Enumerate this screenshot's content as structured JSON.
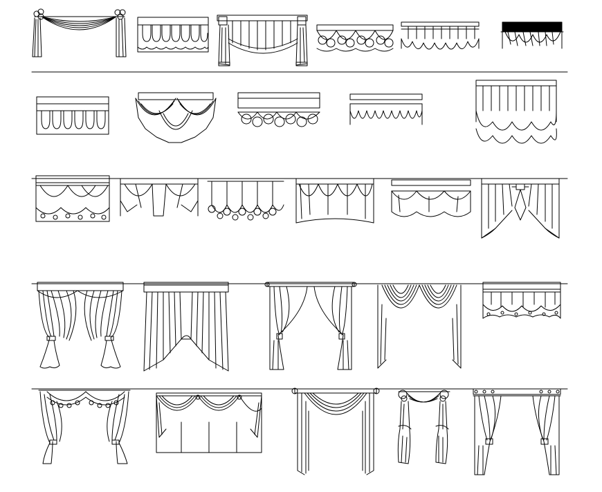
{
  "drawing": {
    "stroke_color": "#000000",
    "background_color": "#ffffff",
    "rows": [
      {
        "row": 1,
        "items": [
          "swag-with-rosettes",
          "scalloped-box-valance",
          "ribbon-swag-with-side-panels",
          "rosette-puff-valance",
          "pleated-balloon-valance",
          "dark-pleated-valance"
        ]
      },
      {
        "row": 2,
        "items": [
          "tab-pleated-valance",
          "layered-swag-valance",
          "scalloped-puff-valance",
          "short-pleated-valance",
          "tall-balloon-shade"
        ]
      },
      {
        "row": 3,
        "items": [
          "swag-and-tail-valance",
          "swag-jabot-valance",
          "balloon-bead-valance",
          "gathered-swag-valance",
          "puff-swag-valance",
          "bow-tied-drape"
        ]
      },
      {
        "row": 4,
        "items": [
          "tieback-drapes-swag-top",
          "pelmet-drapes",
          "rod-tieback-drapes",
          "cascade-swag-drapes",
          "ruffled-valance"
        ]
      },
      {
        "row": 5,
        "items": [
          "swag-tieback-drapes",
          "window-with-valance",
          "rod-swag-drapes",
          "knotted-swag-drapes",
          "rod-tieback-panels"
        ]
      }
    ]
  }
}
